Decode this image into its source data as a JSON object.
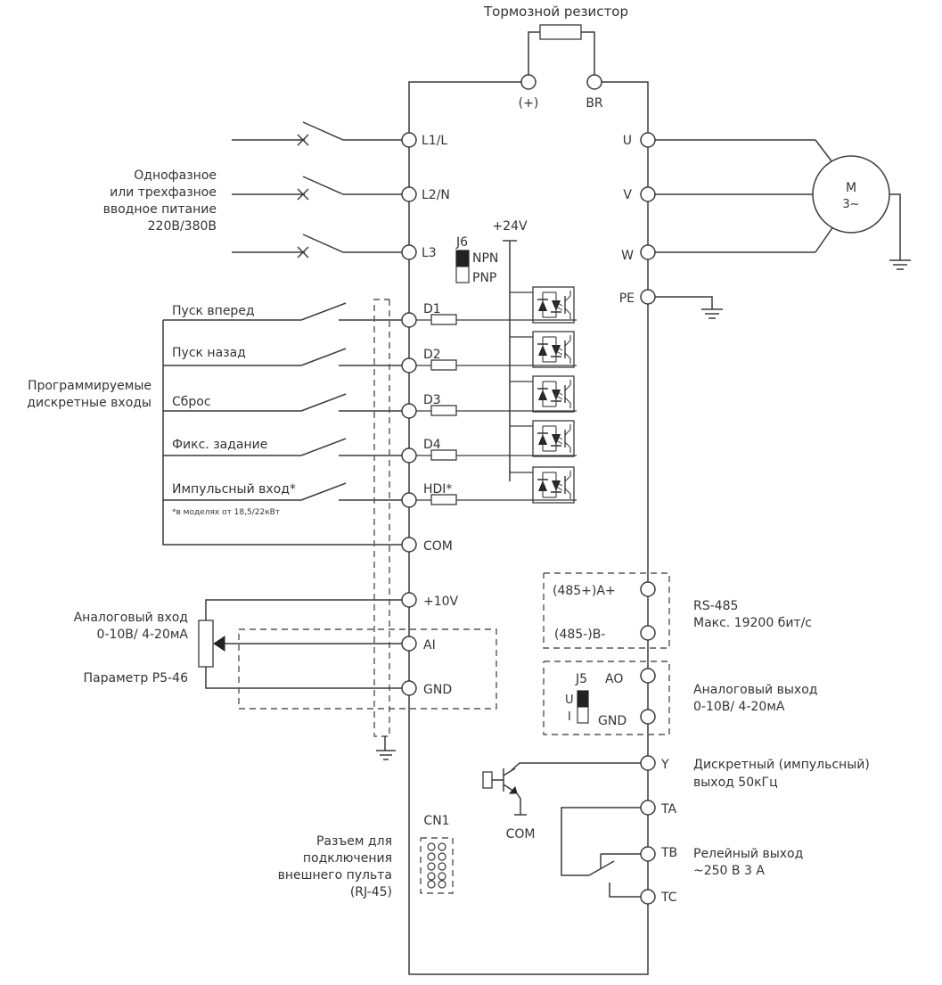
{
  "labels": {
    "brake_resistor": "Тормозной резистор",
    "plus": "(+)",
    "br": "BR",
    "l1": "L1/L",
    "l2": "L2/N",
    "l3": "L3",
    "supply_1": "Однофазное",
    "supply_2": "или трехфазное",
    "supply_3": "вводное питание",
    "supply_4": "220В/380В",
    "u": "U",
    "v": "V",
    "w": "W",
    "pe": "PE",
    "motor_1": "M",
    "motor_2": "3~",
    "plus24": "+24V",
    "j6": "J6",
    "npn": "NPN",
    "pnp": "PNP",
    "d1": "D1",
    "d2": "D2",
    "d3": "D3",
    "d4": "D4",
    "hdi": "HDI*",
    "com": "COM",
    "forward": "Пуск вперед",
    "reverse": "Пуск назад",
    "reset": "Сброс",
    "fixed": "Фикс. задание",
    "pulse_in": "Импульсный вход*",
    "pulse_note": "*в моделях от 18,5/22кВт",
    "prog_1": "Программируемые",
    "prog_2": "дискретные входы",
    "plus10v": "+10V",
    "ai": "AI",
    "gnd": "GND",
    "analog_in_1": "Аналоговый вход",
    "analog_in_2": "0-10В/ 4-20мА",
    "param": "Параметр P5-46",
    "a485": "(485+)A+",
    "b485": "(485-)B-",
    "rs485_1": "RS-485",
    "rs485_2": "Макс. 19200 бит/с",
    "j5": "J5",
    "ao": "AO",
    "j5_u": "U",
    "j5_i": "I",
    "gnd2": "GND",
    "analog_out_1": "Аналоговый выход",
    "analog_out_2": "0-10В/ 4-20мА",
    "y": "Y",
    "dig_out_1": "Дискретный (импульсный)",
    "dig_out_2": "выход 50кГц",
    "com2": "COM",
    "ta": "TA",
    "tb": "TB",
    "tc": "TC",
    "relay_1": "Релейный выход",
    "relay_2": "~250 В 3 А",
    "cn1": "CN1",
    "rj_1": "Разъем для",
    "rj_2": "подключения",
    "rj_3": "внешнего пульта",
    "rj_4": "(RJ-45)"
  }
}
